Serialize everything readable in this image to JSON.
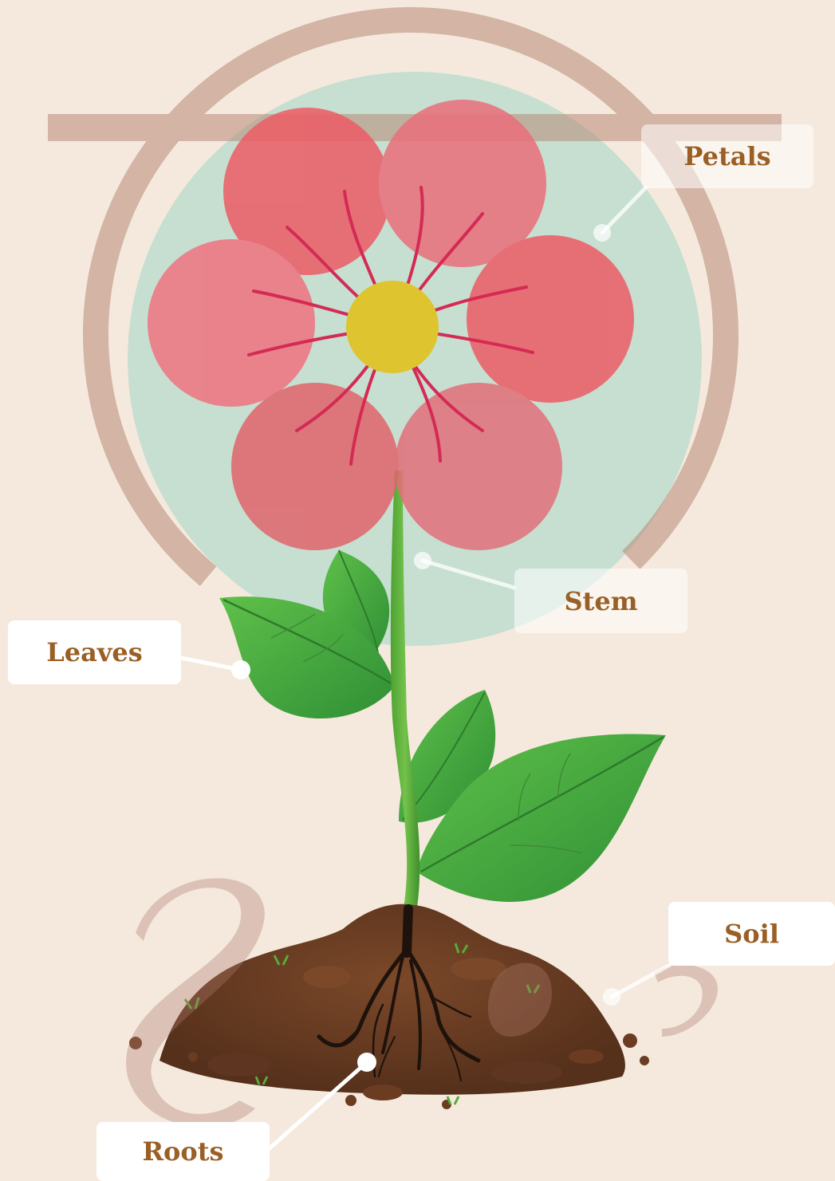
{
  "labels": {
    "petals": "Petals",
    "stem": "Stem",
    "leaves": "Leaves",
    "soil": "Soil",
    "roots": "Roots"
  },
  "colors": {
    "background": "#f5e9dd",
    "label_text": "#9a5f24",
    "petal": "#ec5d67",
    "petal_vein": "#d42a54",
    "flower_center": "#f5c81e",
    "stem": "#5cae3c",
    "leaf": "#4caf3e",
    "soil": "#6b3c22",
    "roots": "#1e120c",
    "watermark_ring": "#c9a596",
    "watermark_teal": "#a6d8c8"
  }
}
